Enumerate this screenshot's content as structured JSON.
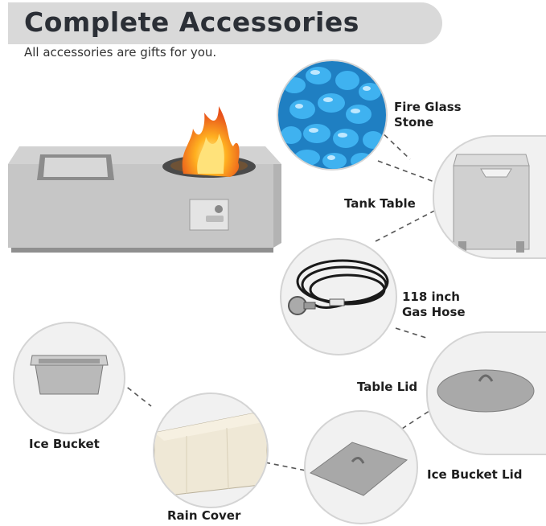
{
  "header": {
    "title": "Complete Accessories",
    "subtitle": "All accessories are gifts for you."
  },
  "accessories": [
    {
      "label": "Fire Glass\nStone",
      "icon": "fire-glass-stone-icon"
    },
    {
      "label": "Tank Table",
      "icon": "tank-table-icon"
    },
    {
      "label": "118 inch\nGas Hose",
      "icon": "gas-hose-icon"
    },
    {
      "label": "Table Lid",
      "icon": "table-lid-icon"
    },
    {
      "label": "Ice Bucket",
      "icon": "ice-bucket-icon"
    },
    {
      "label": "Rain Cover",
      "icon": "rain-cover-icon"
    },
    {
      "label": "Ice Bucket Lid",
      "icon": "ice-bucket-lid-icon"
    }
  ],
  "colors": {
    "header_band": "#d9d9d9",
    "title_text": "#2b2f36",
    "glass_blue": "#2a9ad8",
    "concrete": "#c8c8c8",
    "flame": "#f5a623"
  }
}
